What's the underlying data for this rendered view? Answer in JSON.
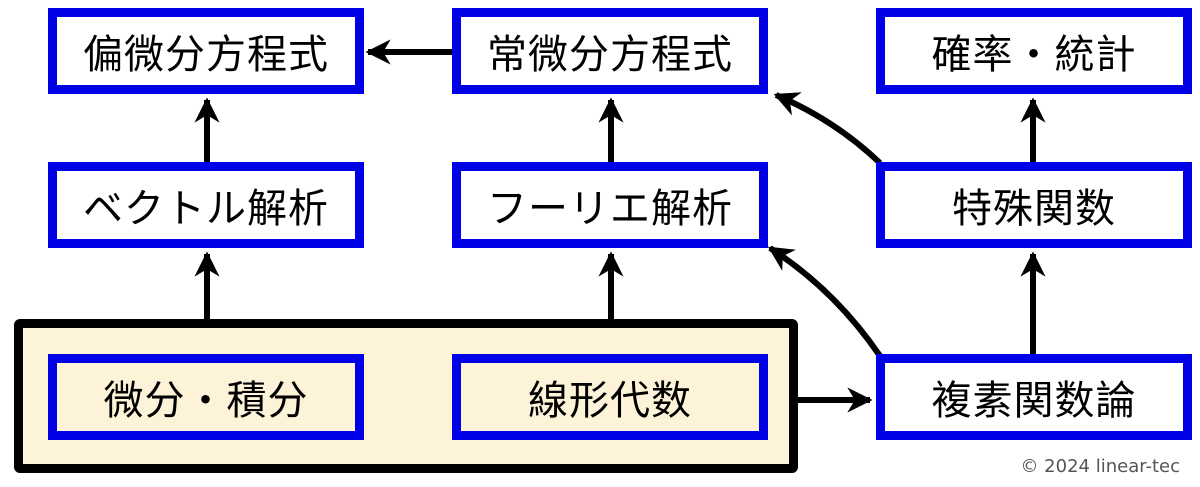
{
  "nodes": {
    "pde": "偏微分方程式",
    "ode": "常微分方程式",
    "prob": "確率・統計",
    "vector": "ベクトル解析",
    "fourier": "フーリエ解析",
    "special": "特殊関数",
    "calculus": "微分・積分",
    "linear": "線形代数",
    "complex": "複素関数論"
  },
  "colors": {
    "node_border": "#0000e6",
    "group_fill": "#fcf3d8",
    "group_border": "#000000",
    "arrow": "#000000"
  },
  "footer": {
    "copyright": "© 2024 linear-tec"
  }
}
